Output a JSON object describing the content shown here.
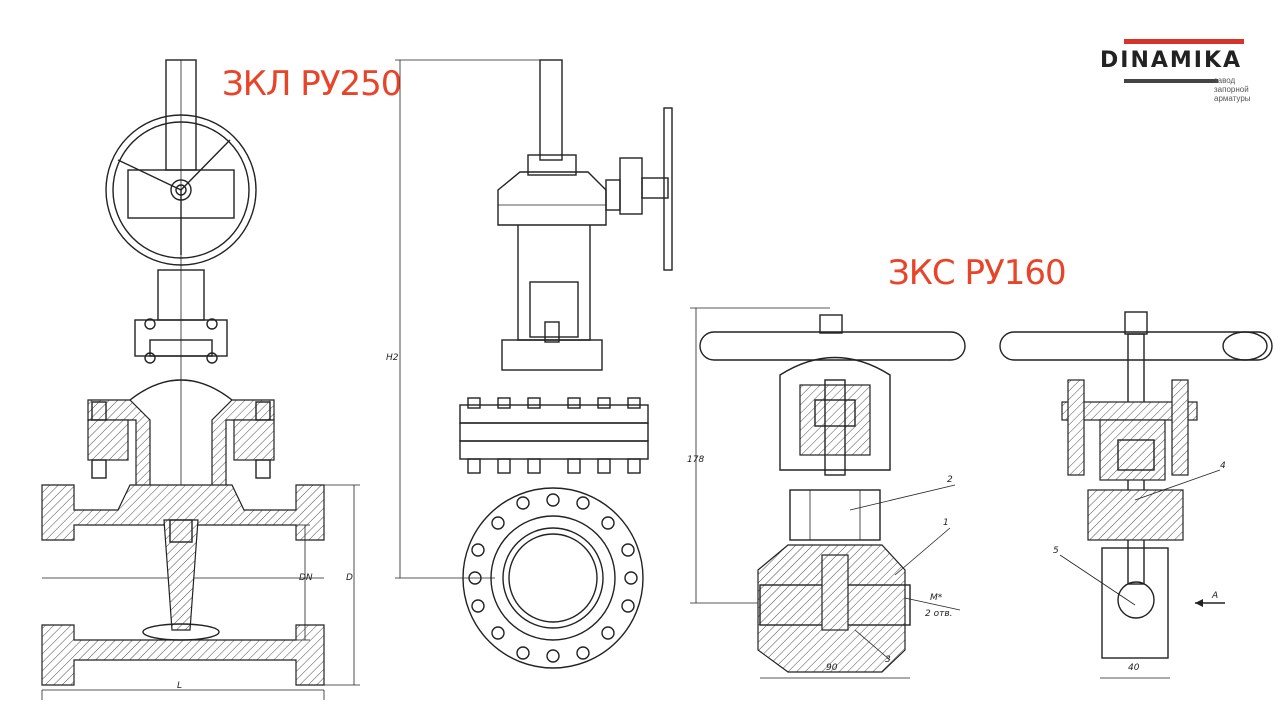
{
  "titles": {
    "left": "ЗКЛ РУ250",
    "right": "ЗКС РУ160"
  },
  "logo": {
    "brand": "DINAMIKA",
    "subtitle": [
      "завод",
      "запорной",
      "арматуры"
    ]
  },
  "dimensions": {
    "dn": "DN",
    "d": "D",
    "l": "L",
    "h2": "H2",
    "h178": "178",
    "w90": "90",
    "w40": "40",
    "m": "M*",
    "holes": "2 отв."
  },
  "callouts": [
    "1",
    "2",
    "3",
    "4",
    "5"
  ],
  "view_label": "A",
  "colors": {
    "accent": "#e8442a",
    "line": "#222222"
  }
}
